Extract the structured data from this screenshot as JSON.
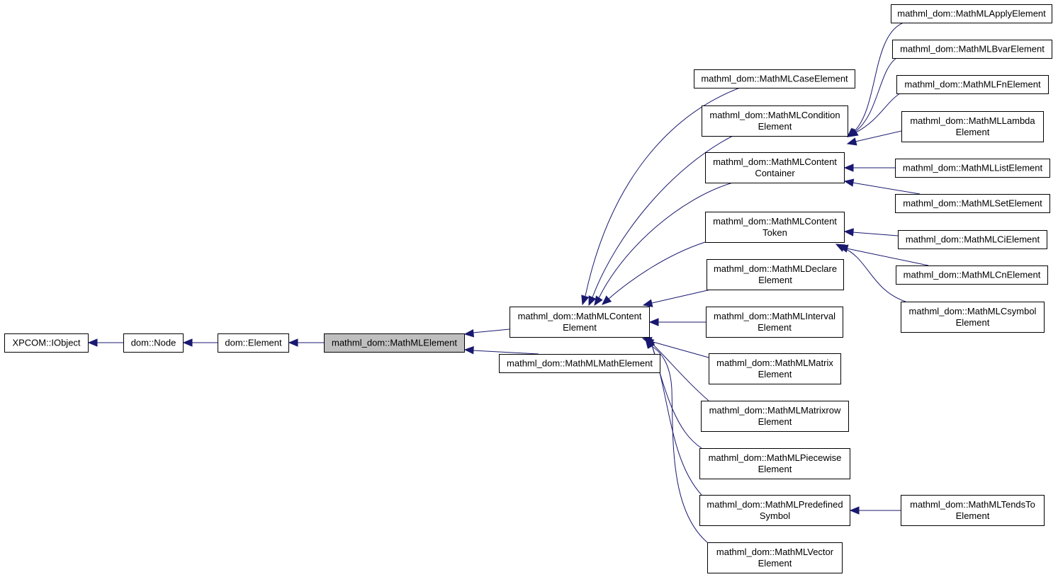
{
  "diagram": {
    "nodes": [
      {
        "id": "xpcom_iobject",
        "lines": [
          "XPCOM::IObject"
        ]
      },
      {
        "id": "dom_node",
        "lines": [
          "dom::Node"
        ]
      },
      {
        "id": "dom_element",
        "lines": [
          "dom::Element"
        ]
      },
      {
        "id": "mathml_element",
        "lines": [
          "mathml_dom::MathMLElement"
        ],
        "current": true
      },
      {
        "id": "content_element",
        "lines": [
          "mathml_dom::MathMLContent",
          "Element"
        ]
      },
      {
        "id": "math_element",
        "lines": [
          "mathml_dom::MathMLMathElement"
        ]
      },
      {
        "id": "case_element",
        "lines": [
          "mathml_dom::MathMLCaseElement"
        ]
      },
      {
        "id": "condition_element",
        "lines": [
          "mathml_dom::MathMLCondition",
          "Element"
        ]
      },
      {
        "id": "content_container",
        "lines": [
          "mathml_dom::MathMLContent",
          "Container"
        ]
      },
      {
        "id": "content_token",
        "lines": [
          "mathml_dom::MathMLContent",
          "Token"
        ]
      },
      {
        "id": "declare_element",
        "lines": [
          "mathml_dom::MathMLDeclare",
          "Element"
        ]
      },
      {
        "id": "interval_element",
        "lines": [
          "mathml_dom::MathMLInterval",
          "Element"
        ]
      },
      {
        "id": "matrix_element",
        "lines": [
          "mathml_dom::MathMLMatrix",
          "Element"
        ]
      },
      {
        "id": "matrixrow_element",
        "lines": [
          "mathml_dom::MathMLMatrixrow",
          "Element"
        ]
      },
      {
        "id": "piecewise_element",
        "lines": [
          "mathml_dom::MathMLPiecewise",
          "Element"
        ]
      },
      {
        "id": "predefined_symbol",
        "lines": [
          "mathml_dom::MathMLPredefined",
          "Symbol"
        ]
      },
      {
        "id": "vector_element",
        "lines": [
          "mathml_dom::MathMLVector",
          "Element"
        ]
      },
      {
        "id": "apply_element",
        "lines": [
          "mathml_dom::MathMLApplyElement"
        ]
      },
      {
        "id": "bvar_element",
        "lines": [
          "mathml_dom::MathMLBvarElement"
        ]
      },
      {
        "id": "fn_element",
        "lines": [
          "mathml_dom::MathMLFnElement"
        ]
      },
      {
        "id": "lambda_element",
        "lines": [
          "mathml_dom::MathMLLambda",
          "Element"
        ]
      },
      {
        "id": "list_element",
        "lines": [
          "mathml_dom::MathMLListElement"
        ]
      },
      {
        "id": "set_element",
        "lines": [
          "mathml_dom::MathMLSetElement"
        ]
      },
      {
        "id": "ci_element",
        "lines": [
          "mathml_dom::MathMLCiElement"
        ]
      },
      {
        "id": "cn_element",
        "lines": [
          "mathml_dom::MathMLCnElement"
        ]
      },
      {
        "id": "csymbol_element",
        "lines": [
          "mathml_dom::MathMLCsymbol",
          "Element"
        ]
      },
      {
        "id": "tendsto_element",
        "lines": [
          "mathml_dom::MathMLTendsTo",
          "Element"
        ]
      }
    ],
    "edges": [
      {
        "from": "dom_node",
        "to": "xpcom_iobject"
      },
      {
        "from": "dom_element",
        "to": "dom_node"
      },
      {
        "from": "mathml_element",
        "to": "dom_element"
      },
      {
        "from": "content_element",
        "to": "mathml_element"
      },
      {
        "from": "math_element",
        "to": "mathml_element"
      },
      {
        "from": "case_element",
        "to": "content_element"
      },
      {
        "from": "condition_element",
        "to": "content_element"
      },
      {
        "from": "content_container",
        "to": "content_element"
      },
      {
        "from": "content_token",
        "to": "content_element"
      },
      {
        "from": "declare_element",
        "to": "content_element"
      },
      {
        "from": "interval_element",
        "to": "content_element"
      },
      {
        "from": "matrix_element",
        "to": "content_element"
      },
      {
        "from": "matrixrow_element",
        "to": "content_element"
      },
      {
        "from": "piecewise_element",
        "to": "content_element"
      },
      {
        "from": "predefined_symbol",
        "to": "content_element"
      },
      {
        "from": "vector_element",
        "to": "content_element"
      },
      {
        "from": "apply_element",
        "to": "content_container"
      },
      {
        "from": "bvar_element",
        "to": "content_container"
      },
      {
        "from": "fn_element",
        "to": "content_container"
      },
      {
        "from": "lambda_element",
        "to": "content_container"
      },
      {
        "from": "list_element",
        "to": "content_container"
      },
      {
        "from": "set_element",
        "to": "content_container"
      },
      {
        "from": "ci_element",
        "to": "content_token"
      },
      {
        "from": "cn_element",
        "to": "content_token"
      },
      {
        "from": "csymbol_element",
        "to": "content_token"
      },
      {
        "from": "tendsto_element",
        "to": "predefined_symbol"
      }
    ],
    "colors": {
      "edge": "#191970",
      "current_fill": "#bfbfbf",
      "box_stroke": "#000000"
    }
  }
}
